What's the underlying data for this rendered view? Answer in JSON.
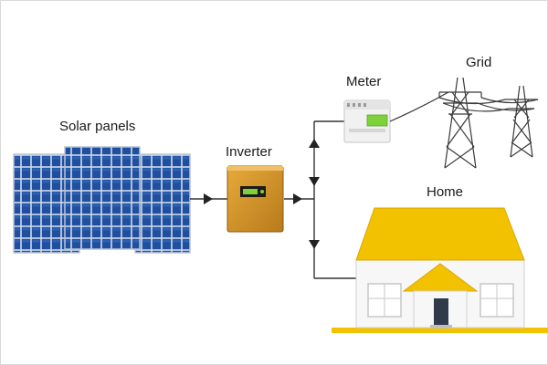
{
  "labels": {
    "solar_panels": "Solar panels",
    "inverter": "Inverter",
    "meter": "Meter",
    "grid": "Grid",
    "home": "Home"
  },
  "colors": {
    "panel_blue": "#1f4f9e",
    "inverter_orange": "#d99a2b",
    "roof_yellow": "#f2c200",
    "line": "#333333"
  },
  "icons": {
    "solar": "solar-panel-icon",
    "inverter": "inverter-icon",
    "meter": "electric-meter-icon",
    "grid": "power-tower-icon",
    "home": "house-icon"
  }
}
